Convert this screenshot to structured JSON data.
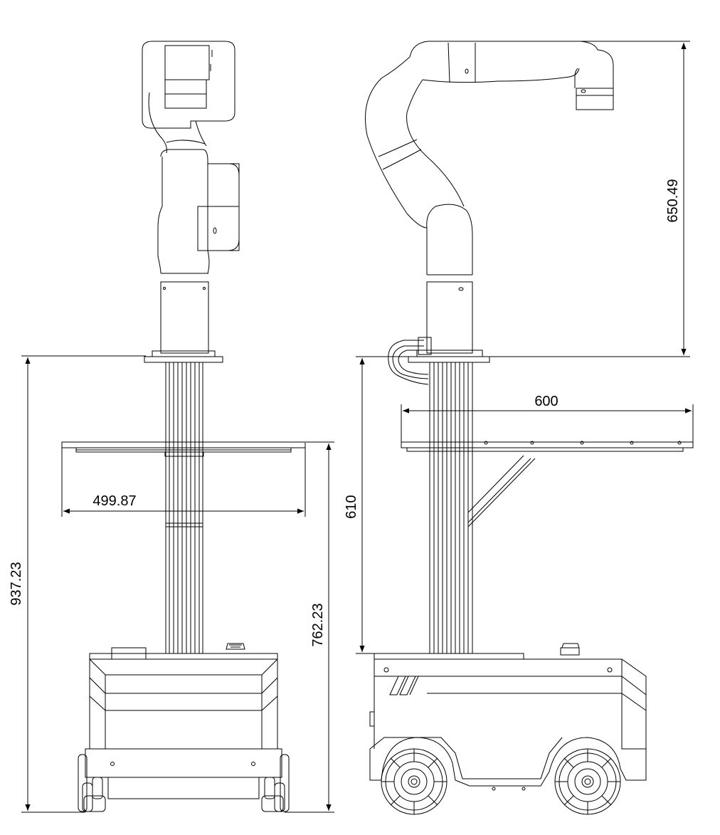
{
  "figure": {
    "dimensions": {
      "front_total_height": "937.23",
      "front_platform_height": "762.23",
      "front_platform_width": "499.87",
      "side_arm_height": "650.49",
      "side_platform_width": "600",
      "side_column_height": "610"
    }
  }
}
